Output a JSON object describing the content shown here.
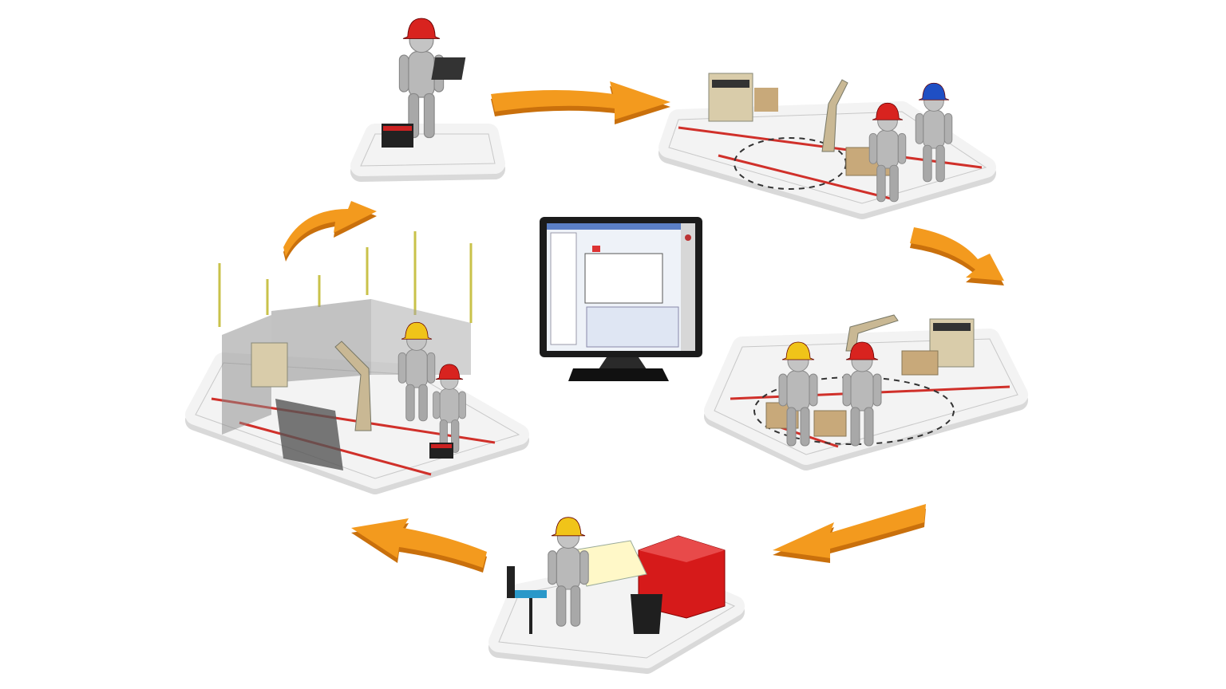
{
  "diagram": {
    "type": "cycle",
    "stages": [
      {
        "id": "planning",
        "icon": "worker-with-laptop-and-toolbox-icon",
        "helmet_color": "#d8231f"
      },
      {
        "id": "robot-cell-review",
        "icon": "robot-cell-with-two-workers-icon",
        "helmet_colors": [
          "#d8231f",
          "#1f4fc4"
        ]
      },
      {
        "id": "robot-cell-operation",
        "icon": "robot-cell-with-two-workers-icon",
        "helmet_colors": [
          "#f0c419",
          "#d8231f"
        ]
      },
      {
        "id": "design",
        "icon": "worker-at-drafting-table-icon",
        "helmet_color": "#f0c419"
      },
      {
        "id": "installation",
        "icon": "fenced-robot-cell-installation-icon",
        "helmet_colors": [
          "#f0c419",
          "#d8231f"
        ]
      }
    ],
    "center": {
      "icon": "software-monitor-icon"
    },
    "arrow_count": 5
  },
  "colors": {
    "arrow": "#f39a1e",
    "arrow_shade": "#c9700c",
    "platform": "#f3f3f3",
    "platform_edge": "#c8c8c8",
    "safety_line": "#d0302a",
    "cabinet": "#d61a1a",
    "fence": "#c9c24a",
    "figure": "#b9b9b9"
  }
}
